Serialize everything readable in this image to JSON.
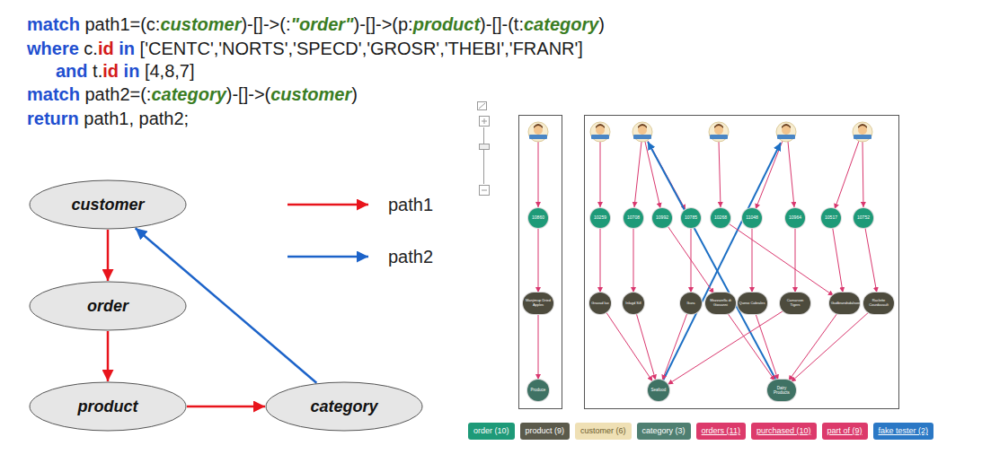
{
  "diagram": {
    "nodes": [
      {
        "text": [
          "customer"
        ]
      },
      {
        "text": [
          "order"
        ]
      },
      {
        "text": [
          "product"
        ]
      },
      {
        "text": [
          "category"
        ]
      },
      {
        "text": [
          "10860"
        ]
      },
      {
        "text": [
          "10259"
        ]
      },
      {
        "text": [
          "10708"
        ]
      },
      {
        "text": [
          "10992"
        ]
      },
      {
        "text": [
          "10785"
        ]
      },
      {
        "text": [
          "10268"
        ]
      },
      {
        "text": [
          "11048"
        ]
      },
      {
        "text": [
          "10964"
        ]
      },
      {
        "text": [
          "10517"
        ]
      },
      {
        "text": [
          "10752"
        ]
      },
      {
        "text": [
          "Manjimup Dried Apples"
        ]
      },
      {
        "text": [
          "Gravad lax"
        ]
      },
      {
        "text": [
          "Inlagd Sill"
        ]
      },
      {
        "text": [
          "Ikura"
        ]
      },
      {
        "text": [
          "Mozzarella di Giovanni"
        ]
      },
      {
        "text": [
          "Queso Cabrales"
        ]
      },
      {
        "text": [
          "Carnarvon Tigers"
        ]
      },
      {
        "text": [
          "Gudbrandsdalsost"
        ]
      },
      {
        "text": [
          "Raclette Courdavault"
        ]
      },
      {
        "text": [
          "Produce"
        ]
      },
      {
        "text": [
          "Seafood"
        ]
      },
      {
        "text": [
          "Dairy Products"
        ]
      }
    ],
    "edges": [
      {
        "from": 0,
        "to": 1,
        "arrow": "to"
      },
      {
        "from": 1,
        "to": 2,
        "arrow": "to"
      },
      {
        "from": 2,
        "to": 3,
        "arrow": "to"
      },
      {
        "from": 3,
        "to": 0,
        "arrow": "to"
      },
      {
        "from": 4,
        "to": 14,
        "arrow": "to"
      },
      {
        "from": 5,
        "to": 15,
        "arrow": "to"
      },
      {
        "from": 6,
        "to": 16,
        "arrow": "to"
      },
      {
        "from": 7,
        "to": 18,
        "arrow": "to"
      },
      {
        "from": 8,
        "to": 17,
        "arrow": "to"
      },
      {
        "from": 9,
        "to": 21,
        "arrow": "to"
      },
      {
        "from": 10,
        "to": 19,
        "arrow": "to"
      },
      {
        "from": 11,
        "to": 20,
        "arrow": "to"
      },
      {
        "from": 12,
        "to": 21,
        "arrow": "to"
      },
      {
        "from": 13,
        "to": 22,
        "arrow": "to"
      },
      {
        "from": 14,
        "to": 23,
        "arrow": "to"
      },
      {
        "from": 15,
        "to": 24,
        "arrow": "to"
      },
      {
        "from": 16,
        "to": 24,
        "arrow": "to"
      },
      {
        "from": 17,
        "to": 24,
        "arrow": "to"
      },
      {
        "from": 20,
        "to": 24,
        "arrow": "to"
      },
      {
        "from": 18,
        "to": 25,
        "arrow": "to"
      },
      {
        "from": 19,
        "to": 25,
        "arrow": "to"
      },
      {
        "from": 21,
        "to": 25,
        "arrow": "to"
      },
      {
        "from": 22,
        "to": 25,
        "arrow": "to"
      }
    ],
    "labels": [
      "match path1=(c:customer)-[]->(:\"order\")-[]->(p:product)-[]-(t:category)",
      "where c.id in ['CENTC','NORTS','SPECD','GROSR','THEBI','FRANR']",
      "and t.id in [4,8,7]",
      "match path2=(:category)-[]->(customer)",
      "return path1, path2;"
    ],
    "legend": [
      {
        "text": "path1"
      },
      {
        "text": "path2"
      },
      {
        "text": "order (10)",
        "color": "#1e9a78"
      },
      {
        "text": "product (9)",
        "color": "#5b5a4b"
      },
      {
        "text": "customer (6)",
        "color": "#efe0b5"
      },
      {
        "text": "category (3)",
        "color": "#4f7f71"
      },
      {
        "text": "orders (11)",
        "color": "#dc3a6b"
      },
      {
        "text": "purchased (10)",
        "color": "#dc3a6b"
      },
      {
        "text": "part of (9)",
        "color": "#dc3a6b"
      },
      {
        "text": "fake tester (2)",
        "color": "#2b78c5"
      }
    ]
  }
}
